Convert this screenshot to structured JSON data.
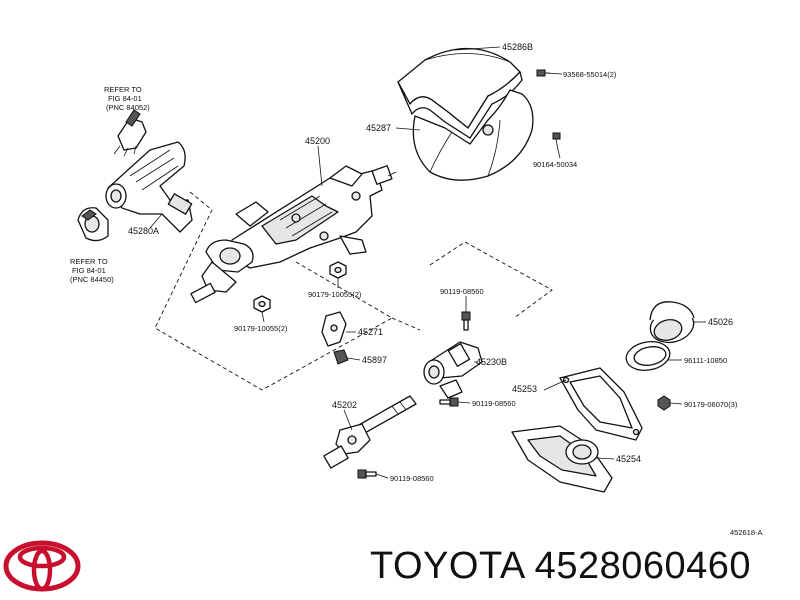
{
  "refs": {
    "top": {
      "line1": "REFER TO",
      "line2": "FIG 84-01",
      "line3": "(PNC 84052)"
    },
    "bottom": {
      "line1": "REFER TO",
      "line2": "FIG 84-01",
      "line3": "(PNC 84450)"
    }
  },
  "parts": {
    "p45286B": "45286B",
    "p93568": "93568-55014(2)",
    "p45287": "45287",
    "p90164": "90164-50034",
    "p45200": "45200",
    "p45280A": "45280A",
    "p90179_a": "90179-10055(2)",
    "p90179_b": "90179-10055(2)",
    "p90119_a": "90119-08560",
    "p45271": "45271",
    "p45897": "45897",
    "p45230B": "45230B",
    "p45026": "45026",
    "p96111": "96111-10850",
    "p45253": "45253",
    "p90119_b": "90119-08560",
    "p90179_c": "90179-06070(3)",
    "p45202": "45202",
    "p45254": "45254",
    "p90119_c": "90119-08560"
  },
  "diagram_code": "452618-A",
  "footer": {
    "brand_text": "TOYOTA 4528060460"
  },
  "colors": {
    "ink": "#111111",
    "background": "#ffffff"
  }
}
